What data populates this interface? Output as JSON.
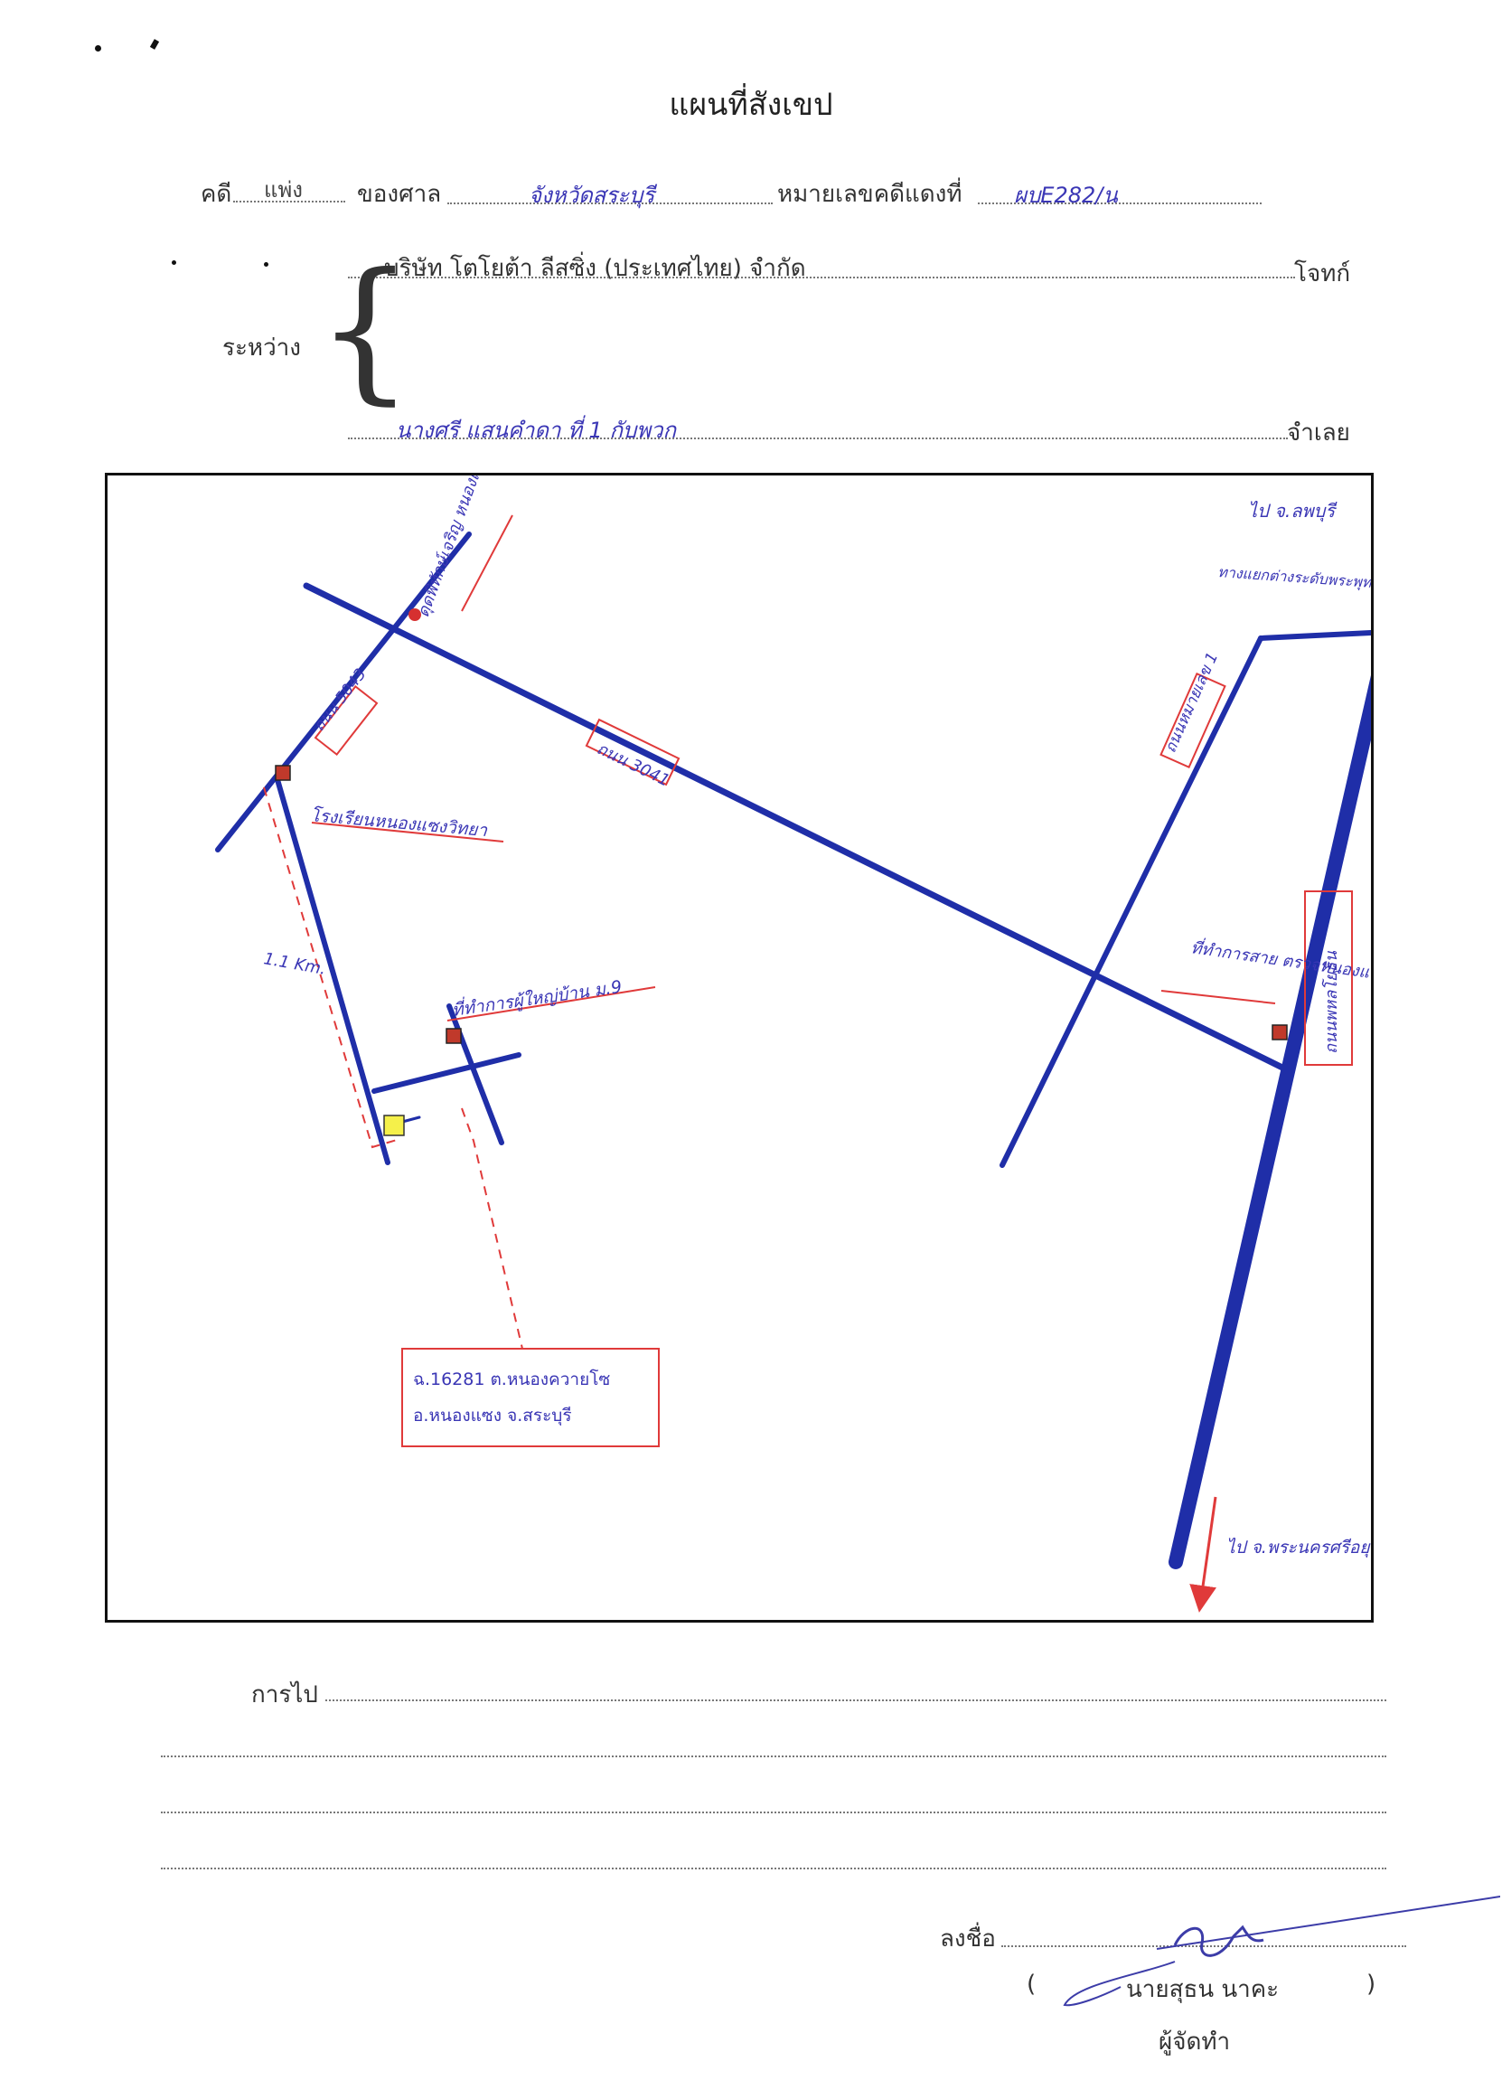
{
  "document": {
    "title": "แผนที่สังเขป",
    "case_label": "คดี",
    "case_type": "แพ่ง",
    "court_label": "ของศาล",
    "court_name": "จังหวัดสระบุรี",
    "red_case_label": "หมายเลขคดีแดงที่",
    "red_case_number": "ผบE282/น",
    "between_label": "ระหว่าง",
    "plaintiff_name": "บริษัท โตโยต้า ลีสซิ่ง (ประเทศไทย) จำกัด",
    "plaintiff_label": "โจทก์",
    "defendant_name": "นางศรี แสนคำดา ที่ 1 กับพวก",
    "defendant_label": "จำเลย"
  },
  "map": {
    "labels": {
      "to_lopburi": "ไป จ.ลพบุรี",
      "intersection": "ทางแยกต่างระดับพระพุทธฉาย(สระบุรี)",
      "road_top": "ถนน 5043",
      "temple_note": "ดุดพิทักษ์เจริญ หนองแซง",
      "road_3041": "ถนน 3041",
      "road_right": "ถนนหมายเลข 1",
      "school": "โรงเรียนหนองแซงวิทยา",
      "distance": "1.1 Km.",
      "village_office": "ที่ทำการผู้ใหญ่บ้าน ม.9",
      "district_office": "ที่ทำการสาย ตรวจหนองแซง",
      "highway": "ถนนพหลโยธิน",
      "property_line1": "ฉ.16281 ต.หนองควายโซ",
      "property_line2": "อ.หนองแซง จ.สระบุรี",
      "to_ayutthaya": "ไป จ.พระนครศรีอยุธยา"
    },
    "colors": {
      "road": "#1f2ea8",
      "annotation": "#e03a3a",
      "marker": "#c0392b",
      "property": "#f5f04a"
    }
  },
  "footer": {
    "directions_label": "การไป",
    "sign_label": "ลงชื่อ",
    "signer_name": "นายสุธน นาคะ",
    "signer_role": "ผู้จัดทำ",
    "paren_open": "(",
    "paren_close": ")"
  }
}
